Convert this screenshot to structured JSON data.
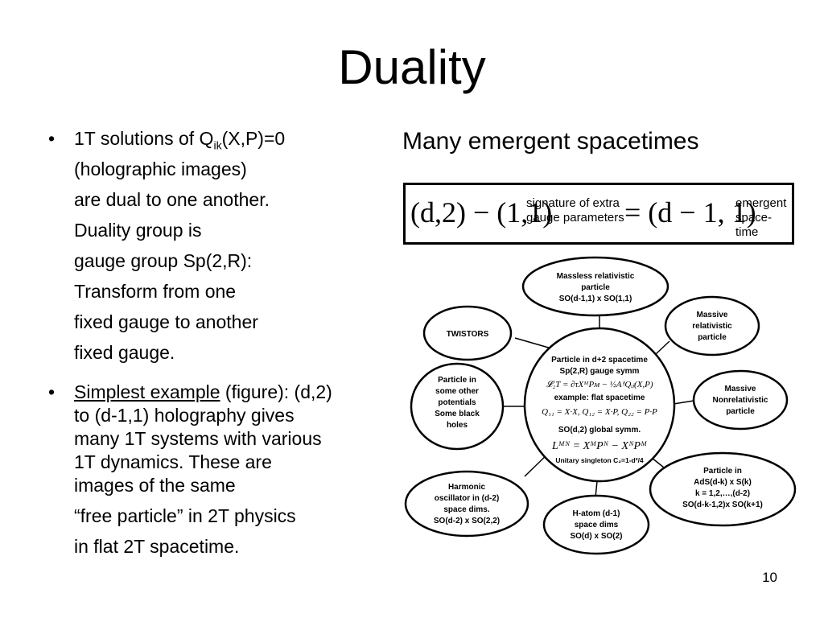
{
  "slide": {
    "title": "Duality",
    "page_number": "10"
  },
  "bullets": {
    "b1": {
      "pre": "1T solutions of Q",
      "sub": "ik",
      "post": "(X,P)=0",
      "lines": [
        "(holographic images)",
        "are dual to one another.",
        "Duality group is",
        "gauge group Sp(2,R):",
        "Transform from one",
        "fixed gauge to another",
        "fixed gauge."
      ]
    },
    "b2": {
      "link": "Simplest example",
      "after_link": " (figure): (d,2)",
      "lines": [
        "to (d-1,1) holography gives",
        "many 1T systems with various",
        "1T dynamics. These are",
        "images of the same",
        "“free particle” in 2T physics",
        "in flat 2T spacetime."
      ]
    }
  },
  "subtitle": "Many emergent spacetimes",
  "formula": {
    "left": "(d,2) − (1,1)",
    "sig1": "signature of extra",
    "sig2": "gauge parameters",
    "right": "= (d − 1, 1)",
    "em1": "emergent",
    "em2": "space-time"
  },
  "diagram": {
    "center": {
      "l1": "Particle in d+2 spacetime",
      "l2": "Sp(2,R) gauge symm",
      "eq1": "𝓛₂T = ∂τXᴹPᴍ − ½AⁱʲQᵢⱼ(X,P)",
      "l3": "example: flat spacetime",
      "eq2": "Q₁₁ = X·X,  Q₁₂ = X·P,  Q₂₂ = P·P",
      "l4": "SO(d,2) global symm.",
      "eq3": "Lᴹᴺ = XᴹPᴺ − XᴺPᴹ",
      "l5": "Unitary singleton  C₂=1-d²/4"
    },
    "massless": [
      "Massless relativistic",
      "particle",
      "SO(d-1,1) x SO(1,1)"
    ],
    "twistors": [
      "TWISTORS"
    ],
    "massive_rel": [
      "Massive",
      "relativistic",
      "particle"
    ],
    "other_pot": [
      "Particle in",
      "some other",
      "potentials",
      "Some black",
      "holes"
    ],
    "massive_nonrel": [
      "Massive",
      "Nonrelativistic",
      "particle"
    ],
    "harmonic": [
      "Harmonic",
      "oscillator in (d-2)",
      "space dims.",
      "SO(d-2) x SO(2,2)"
    ],
    "hatom": [
      "H-atom (d-1)",
      "space dims",
      "SO(d) x SO(2)"
    ],
    "ads": [
      "Particle in",
      "AdS(d-k) x S(k)",
      "k = 1,2,…,(d-2)",
      "SO(d-k-1,2)x SO(k+1)"
    ]
  }
}
